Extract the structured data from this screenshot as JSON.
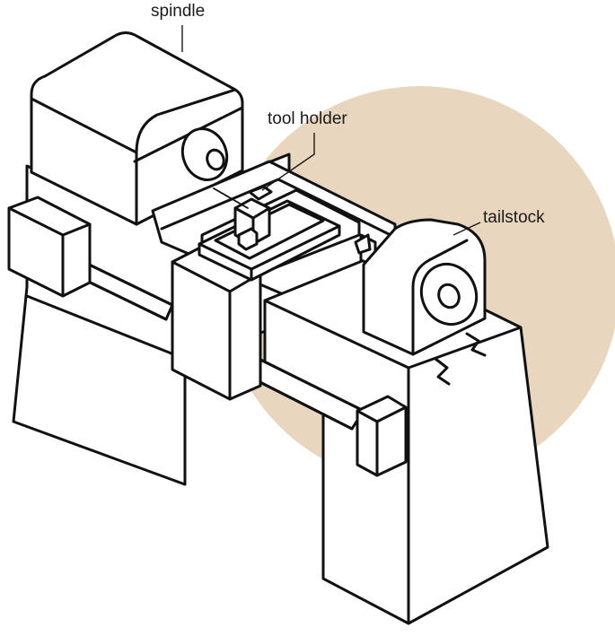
{
  "diagram": {
    "background_circle_color": "#e8d6bf",
    "line_color": "#111111",
    "labels": {
      "spindle": "spindle",
      "tool_holder": "tool holder",
      "tailstock": "tailstock"
    }
  }
}
